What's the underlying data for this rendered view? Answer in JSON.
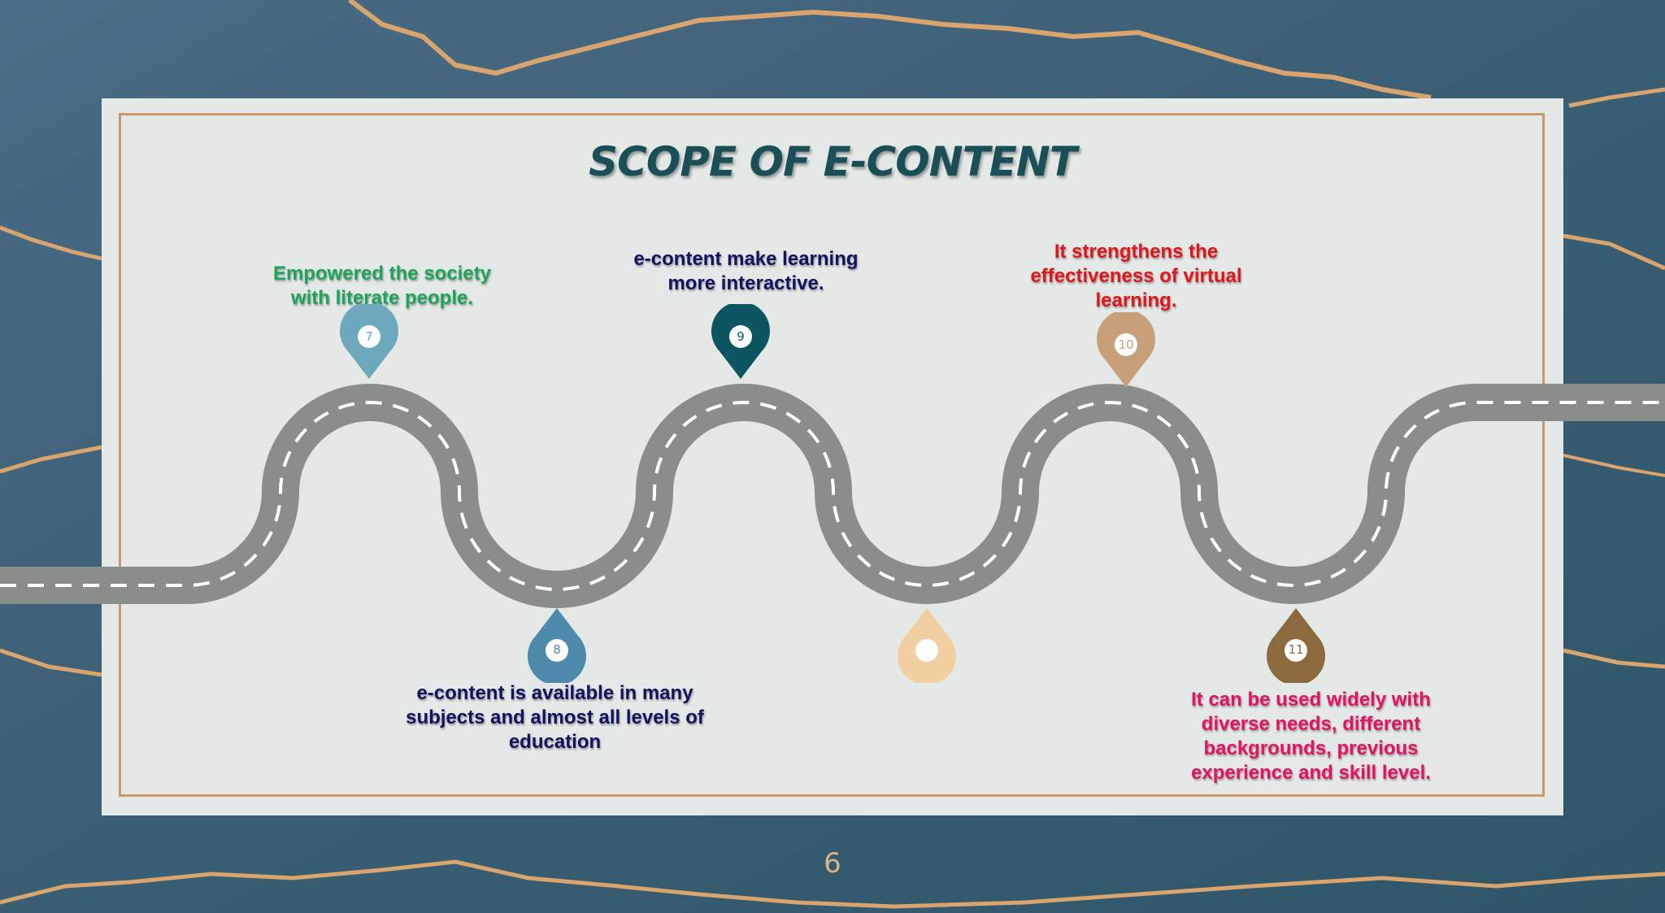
{
  "title": "SCOPE OF E-CONTENT",
  "page_number": "6",
  "milestones": [
    {
      "number": "7",
      "text": "Empowered the society with literate people.",
      "text_lines": [
        "Empowered the society",
        "with literate people."
      ],
      "pin_color": "#6ea8bd",
      "text_color": "#1ea35a"
    },
    {
      "number": "8",
      "text": "e-content is available in many subjects and almost all levels of education",
      "text_lines": [
        "e-content is available in many",
        "subjects and almost all levels of",
        "education"
      ],
      "pin_color": "#4e8aab",
      "text_color": "#10135e"
    },
    {
      "number": "9",
      "text": "e-content make learning more interactive.",
      "text_lines": [
        "e-content make learning",
        "more interactive."
      ],
      "pin_color": "#0d5560",
      "text_color": "#10135e"
    },
    {
      "number": "",
      "text": "",
      "pin_color": "#f2cfa0",
      "text_color": "#000000"
    },
    {
      "number": "10",
      "text": "It strengthens the effectiveness of virtual learning.",
      "text_lines": [
        "It strengthens the",
        "effectiveness of virtual",
        "learning."
      ],
      "pin_color": "#c7a07a",
      "text_color": "#e0161d"
    },
    {
      "number": "11",
      "text": "It can be used widely with diverse needs, different backgrounds, previous experience and skill level.",
      "text_lines": [
        "It can be used widely with",
        "diverse needs, different",
        "backgrounds, previous",
        "experience and skill level."
      ],
      "pin_color": "#8c6a3e",
      "text_color": "#e31363"
    }
  ],
  "colors": {
    "road": "#8a8e8b",
    "road_marking": "#ffffff",
    "frame": "#c89a6b",
    "title": "#1a4f57"
  }
}
